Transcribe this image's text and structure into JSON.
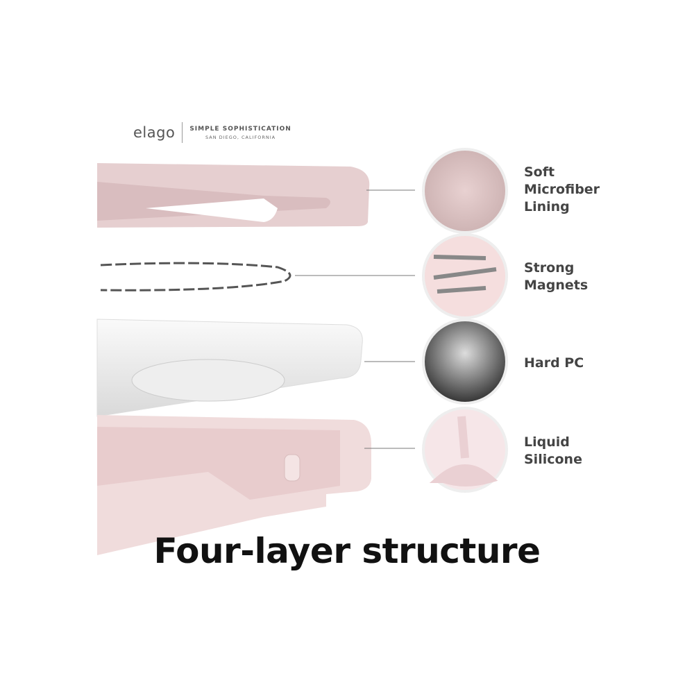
{
  "brand": {
    "logo": "elago",
    "tagline": "SIMPLE SOPHISTICATION",
    "location": "SAN DIEGO, CALIFORNIA"
  },
  "layers": [
    {
      "label_line1": "Soft",
      "label_line2": "Microfiber",
      "label_line3": "Lining"
    },
    {
      "label_line1": "Strong",
      "label_line2": "Magnets"
    },
    {
      "label_line1": "Hard PC"
    },
    {
      "label_line1": "Liquid",
      "label_line2": "Silicone"
    }
  ],
  "title": "Four-layer structure",
  "colors": {
    "pink": "#ead2d4",
    "pink_light": "#f2dfe0",
    "text": "#444444"
  }
}
